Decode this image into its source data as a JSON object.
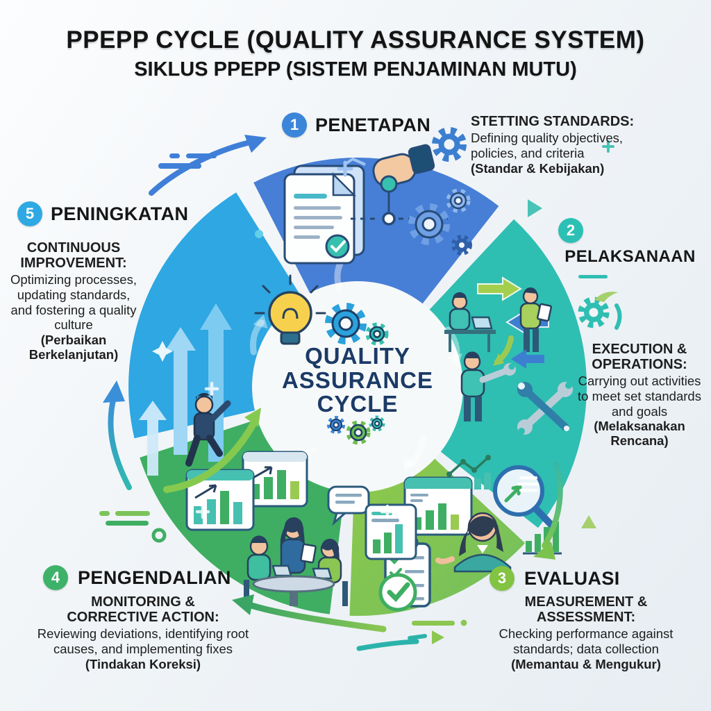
{
  "header": {
    "title": "PPEPP CYCLE (QUALITY ASSURANCE SYSTEM)",
    "subtitle": "SIKLUS PPEPP (SISTEM PENJAMINAN MUTU)"
  },
  "center": {
    "line1": "QUALITY",
    "line2": "ASSURANCE",
    "line3": "CYCLE"
  },
  "stages": [
    {
      "number": "1",
      "label": "PENETAPAN",
      "heading": "STETTING STANDARDS:",
      "body": "Defining quality objectives, policies, and criteria",
      "note": "(Standar & Kebijakan)",
      "color": "#477fd6",
      "badge_color": "#3c86da"
    },
    {
      "number": "2",
      "label": "PELAKSANAAN",
      "heading": "EXECUTION & OPERATIONS:",
      "body": "Carrying out activities to meet set standards and goals",
      "note": "(Melaksanakan Rencana)",
      "color": "#2fbeb2",
      "badge_color": "#2cc0b5"
    },
    {
      "number": "3",
      "label": "EVALUASI",
      "heading": "MEASUREMENT & ASSESSMENT:",
      "body": "Checking performance against standards; data collection",
      "note": "(Memantau & Mengukur)",
      "color": "#86c553",
      "badge_color": "#82c342"
    },
    {
      "number": "4",
      "label": "PENGENDALIAN",
      "heading": "MONITORING & CORRECTIVE ACTION:",
      "body": "Reviewing deviations, identifying root causes, and implementing fixes",
      "note": "(Tindakan Koreksi)",
      "color": "#3fae63",
      "badge_color": "#3eb269"
    },
    {
      "number": "5",
      "label": "PENINGKATAN",
      "heading": "CONTINUOUS IMPROVEMENT:",
      "body": "Optimizing processes, updating standards, and fostering a quality culture",
      "note": "(Perbaikan Berkelanjutan)",
      "color": "#2ea7e2",
      "badge_color": "#2fa9e3"
    }
  ],
  "accents": {
    "navy_text": "#1b3a66",
    "arrow_blue": "#3f7fd8",
    "arrow_teal": "#2bb3ab",
    "arrow_green_light": "#8cc751",
    "arrow_green": "#3aa564"
  }
}
